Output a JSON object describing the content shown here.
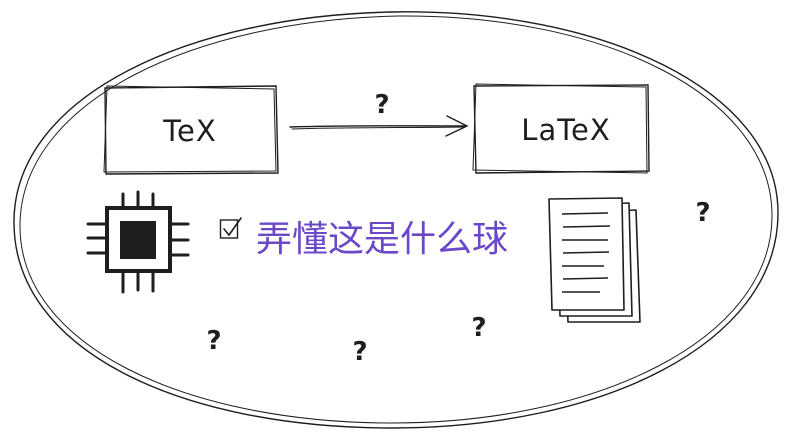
{
  "nodes": {
    "tex_label": "TeX",
    "latex_label": "LaTeX"
  },
  "arrow_label": "?",
  "caption": {
    "text": "弄懂这是什么球",
    "checkbox_state": "checked"
  },
  "question_marks": [
    "?",
    "?",
    "?",
    "?"
  ],
  "icons": {
    "chip": "cpu-chip-icon",
    "documents": "document-stack-icon",
    "checkbox": "checkbox-icon"
  },
  "colors": {
    "stroke": "#1e1e1e",
    "caption": "#6a48c8"
  }
}
